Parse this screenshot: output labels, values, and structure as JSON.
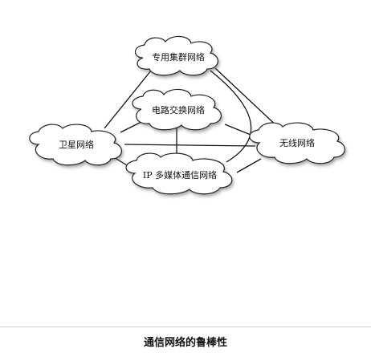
{
  "diagram": {
    "nodes": [
      {
        "id": "dedicated",
        "label": "专用集群网络"
      },
      {
        "id": "circuit",
        "label": "电路交换网络"
      },
      {
        "id": "satellite",
        "label": "卫星网络"
      },
      {
        "id": "wireless",
        "label": "无线网络"
      },
      {
        "id": "ipmedia",
        "label": "IP 多媒体通信网络"
      }
    ],
    "edges": [
      [
        "dedicated",
        "satellite"
      ],
      [
        "dedicated",
        "wireless"
      ],
      [
        "dedicated",
        "ipmedia"
      ],
      [
        "satellite",
        "circuit"
      ],
      [
        "satellite",
        "wireless"
      ],
      [
        "satellite",
        "ipmedia"
      ],
      [
        "circuit",
        "wireless"
      ],
      [
        "circuit",
        "ipmedia"
      ],
      [
        "ipmedia",
        "wireless"
      ]
    ]
  },
  "caption": "通信网络的鲁棒性"
}
